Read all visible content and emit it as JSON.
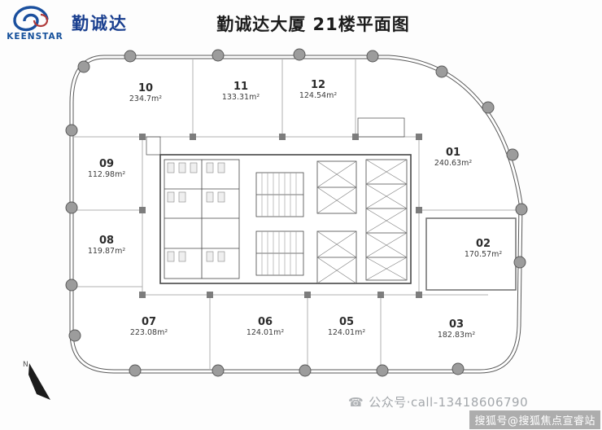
{
  "header": {
    "brand": "KEENSTAR",
    "brand_cn": "勤诚达",
    "title": "勤诚达大厦 21楼平面图"
  },
  "plan": {
    "compass_label": "N",
    "units": [
      {
        "num": "10",
        "area": "234.7m²"
      },
      {
        "num": "11",
        "area": "133.31m²"
      },
      {
        "num": "12",
        "area": "124.54m²"
      },
      {
        "num": "01",
        "area": "240.63m²"
      },
      {
        "num": "09",
        "area": "112.98m²"
      },
      {
        "num": "08",
        "area": "119.87m²"
      },
      {
        "num": "02",
        "area": "170.57m²"
      },
      {
        "num": "07",
        "area": "223.08m²"
      },
      {
        "num": "06",
        "area": "124.01m²"
      },
      {
        "num": "05",
        "area": "124.01m²"
      },
      {
        "num": "03",
        "area": "182.83m²"
      }
    ]
  },
  "footer": {
    "phone_icon": "☎",
    "contact": "公众号·call-13418606790",
    "watermark": "搜狐号@搜狐焦点宣睿站"
  }
}
